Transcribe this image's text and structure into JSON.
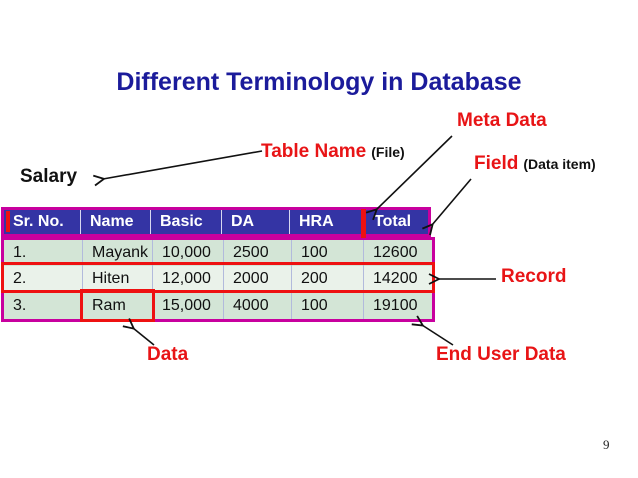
{
  "slide": {
    "title": "Different Terminology in Database",
    "page_number": "9"
  },
  "labels": {
    "salary": "Salary",
    "table_name": "Table Name",
    "table_name_suffix": "(File)",
    "meta_data": "Meta Data",
    "field": "Field",
    "field_suffix": "(Data item)",
    "record": "Record",
    "data": "Data",
    "end_user_data": "End User Data"
  },
  "table": {
    "name": "Salary",
    "columns": [
      "Sr. No.",
      "Name",
      "Basic",
      "DA",
      "HRA",
      "Total"
    ],
    "rows": [
      [
        "1.",
        "Mayank",
        "10,000",
        "2500",
        "100",
        "12600"
      ],
      [
        "2.",
        "Hiten",
        "12,000",
        "2000",
        "200",
        "14200"
      ],
      [
        "3.",
        "Ram",
        "15,000",
        "4000",
        "100",
        "19100"
      ]
    ]
  },
  "colors": {
    "title_blue": "#1b1b9b",
    "label_red": "#e81416",
    "header_bg": "#3434a4",
    "header_text": "#ffffff",
    "magenta_border": "#c8009e",
    "highlight_red": "#ee1111",
    "row_bg": "#d3e5d6",
    "row_bg_alt": "#eaf2ea"
  }
}
